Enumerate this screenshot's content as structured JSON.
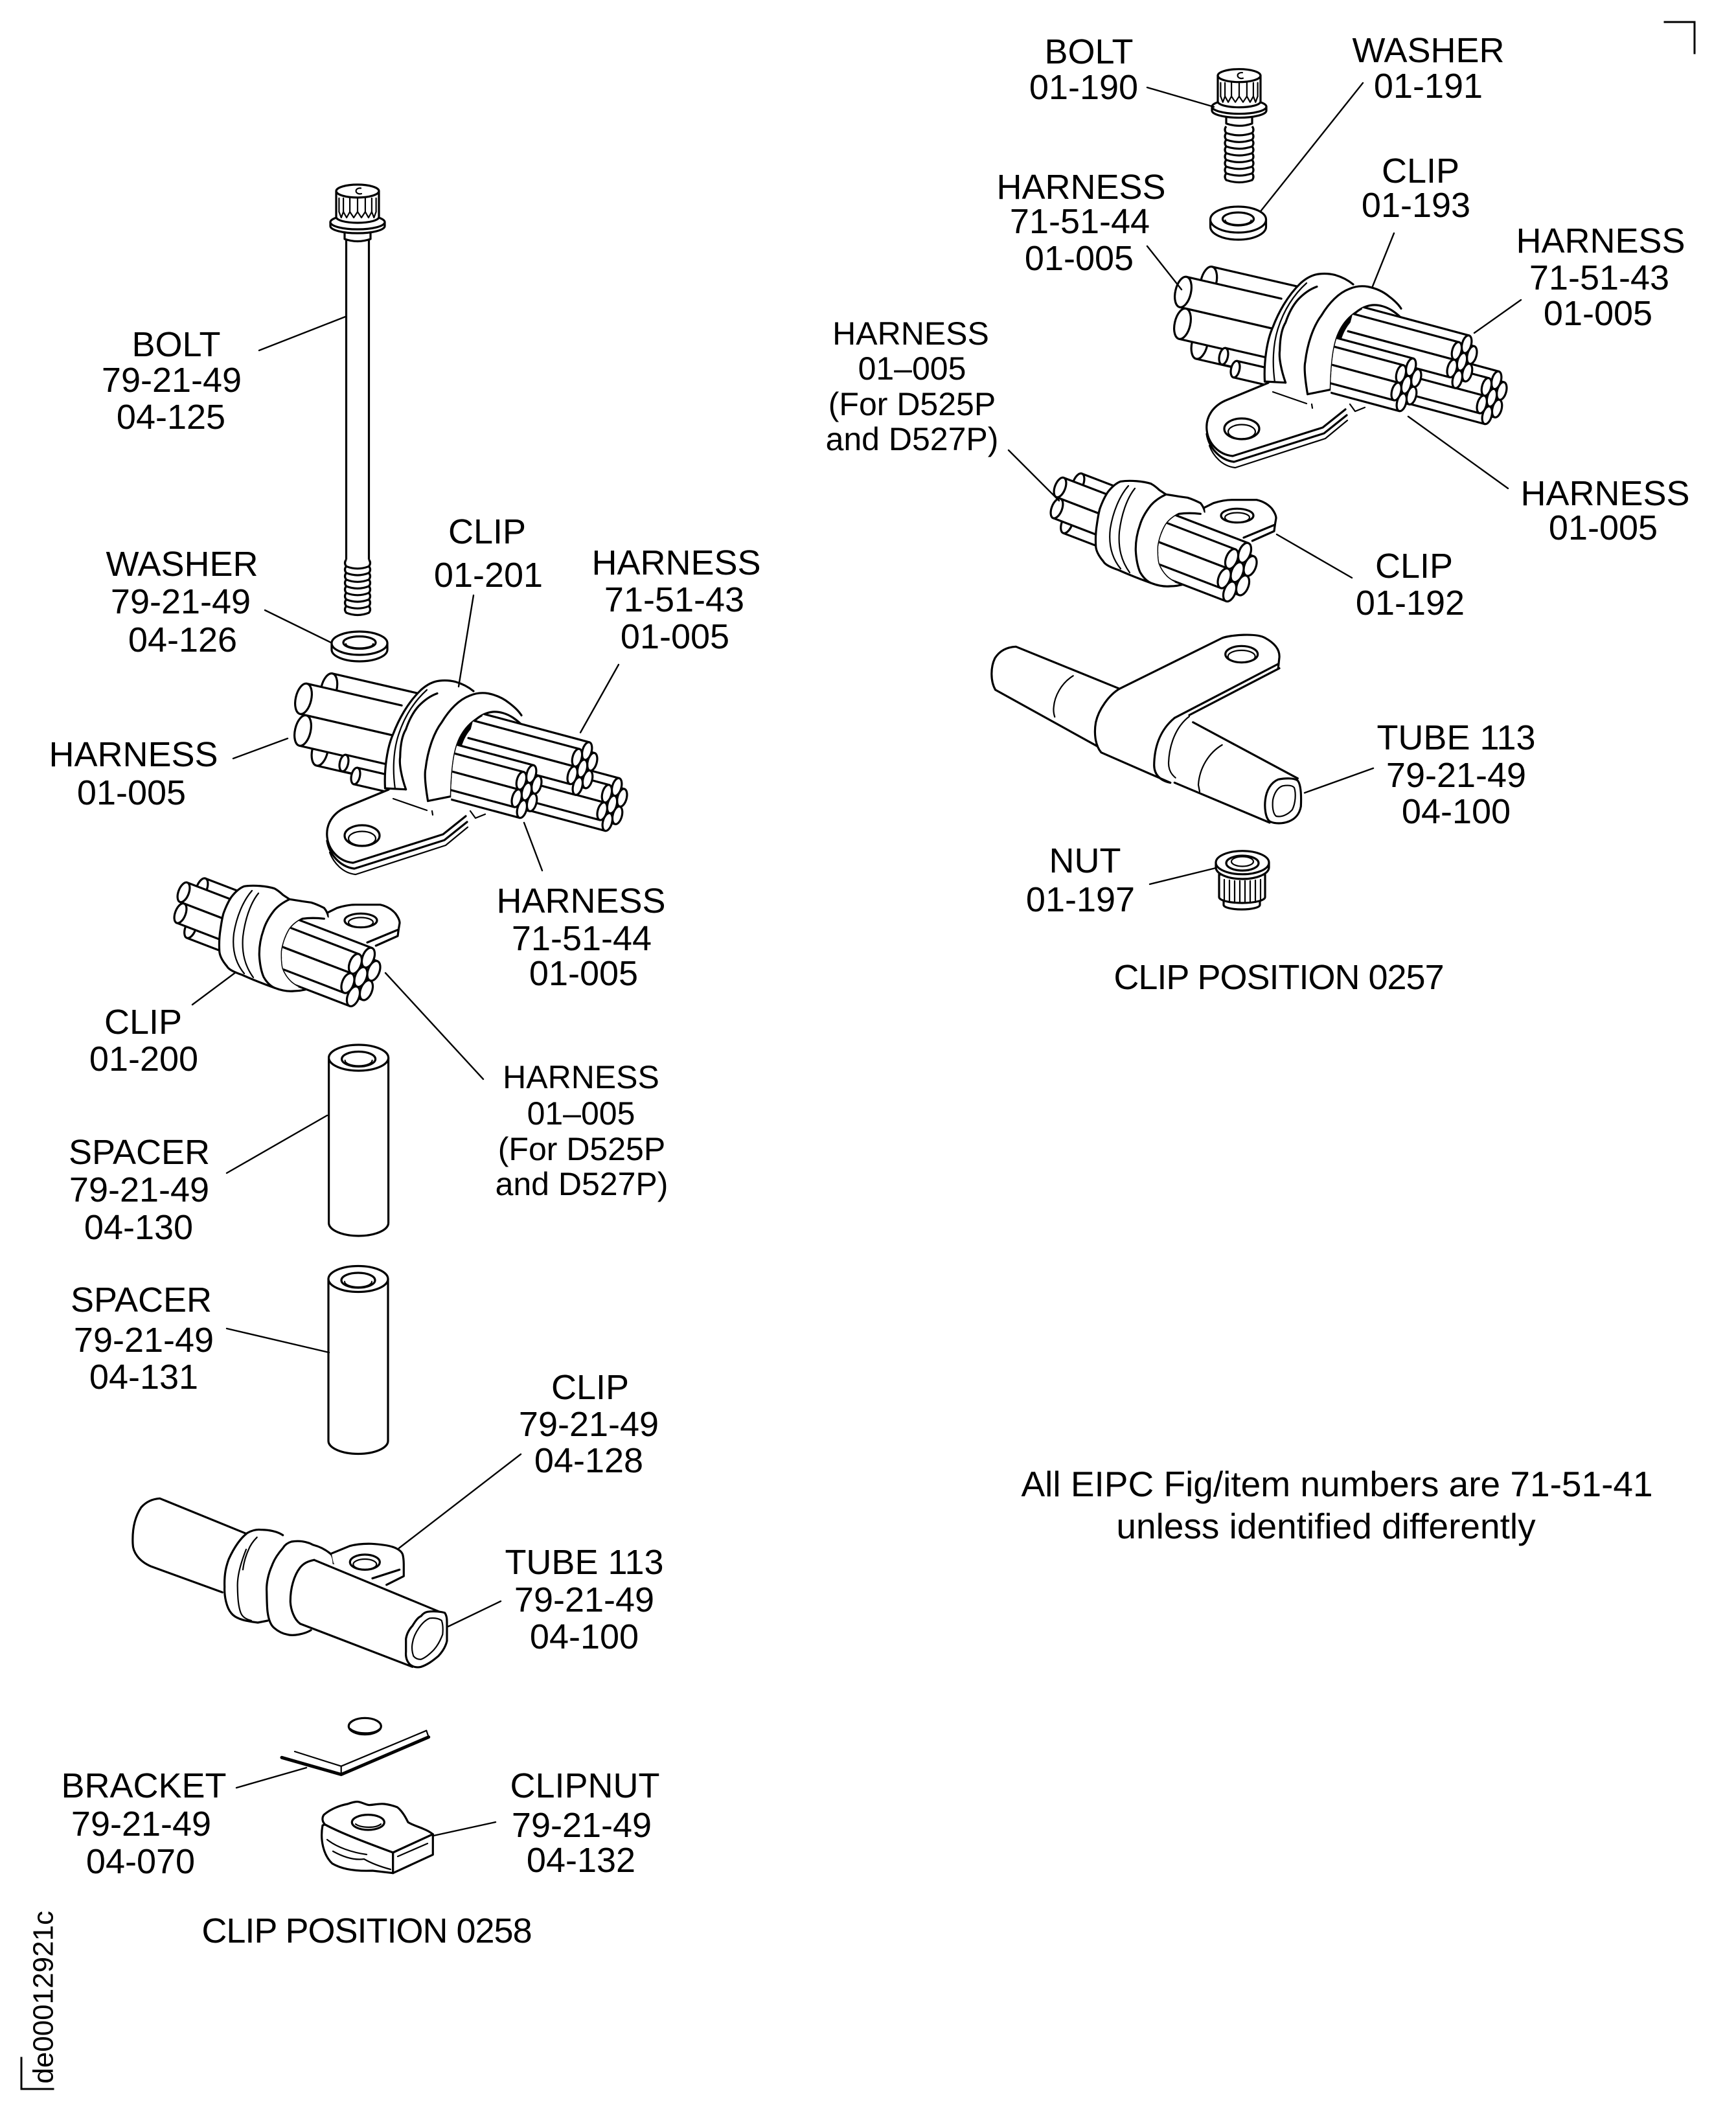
{
  "figure": {
    "document_id": "de00012921c",
    "note_lines": [
      "All EIPC Fig/item numbers are 71-51-41",
      "unless identified differently"
    ]
  },
  "views": [
    {
      "title": "CLIP POSITION 0258",
      "callouts": [
        {
          "part": "BOLT",
          "chapter_ref": "79-21-49",
          "fig_item": "04-125"
        },
        {
          "part": "WASHER",
          "chapter_ref": "79-21-49",
          "fig_item": "04-126"
        },
        {
          "part": "CLIP",
          "fig_item": "01-201"
        },
        {
          "part": "HARNESS",
          "chapter_ref": "71-51-43",
          "fig_item": "01-005"
        },
        {
          "part": "HARNESS",
          "fig_item": "01-005"
        },
        {
          "part": "HARNESS",
          "chapter_ref": "71-51-44",
          "fig_item": "01-005"
        },
        {
          "part": "CLIP",
          "fig_item": "01-200"
        },
        {
          "part": "HARNESS",
          "fig_item": "01–005",
          "applicability": [
            "(For D525P",
            "and D527P)"
          ]
        },
        {
          "part": "SPACER",
          "chapter_ref": "79-21-49",
          "fig_item": "04-130"
        },
        {
          "part": "SPACER",
          "chapter_ref": "79-21-49",
          "fig_item": "04-131"
        },
        {
          "part": "CLIP",
          "chapter_ref": "79-21-49",
          "fig_item": "04-128"
        },
        {
          "part": "TUBE 113",
          "chapter_ref": "79-21-49",
          "fig_item": "04-100"
        },
        {
          "part": "BRACKET",
          "chapter_ref": "79-21-49",
          "fig_item": "04-070"
        },
        {
          "part": "CLIPNUT",
          "chapter_ref": "79-21-49",
          "fig_item": "04-132"
        }
      ]
    },
    {
      "title": "CLIP POSITION 0257",
      "callouts": [
        {
          "part": "BOLT",
          "fig_item": "01-190"
        },
        {
          "part": "WASHER",
          "fig_item": "01-191"
        },
        {
          "part": "HARNESS",
          "chapter_ref": "71-51-44",
          "fig_item": "01-005"
        },
        {
          "part": "CLIP",
          "fig_item": "01-193"
        },
        {
          "part": "HARNESS",
          "chapter_ref": "71-51-43",
          "fig_item": "01-005"
        },
        {
          "part": "HARNESS",
          "fig_item": "01–005",
          "applicability": [
            "(For D525P",
            "and D527P)"
          ]
        },
        {
          "part": "HARNESS",
          "fig_item": "01-005"
        },
        {
          "part": "CLIP",
          "fig_item": "01-192"
        },
        {
          "part": "TUBE 113",
          "chapter_ref": "79-21-49",
          "fig_item": "04-100"
        },
        {
          "part": "NUT",
          "fig_item": "01-197"
        }
      ]
    }
  ]
}
